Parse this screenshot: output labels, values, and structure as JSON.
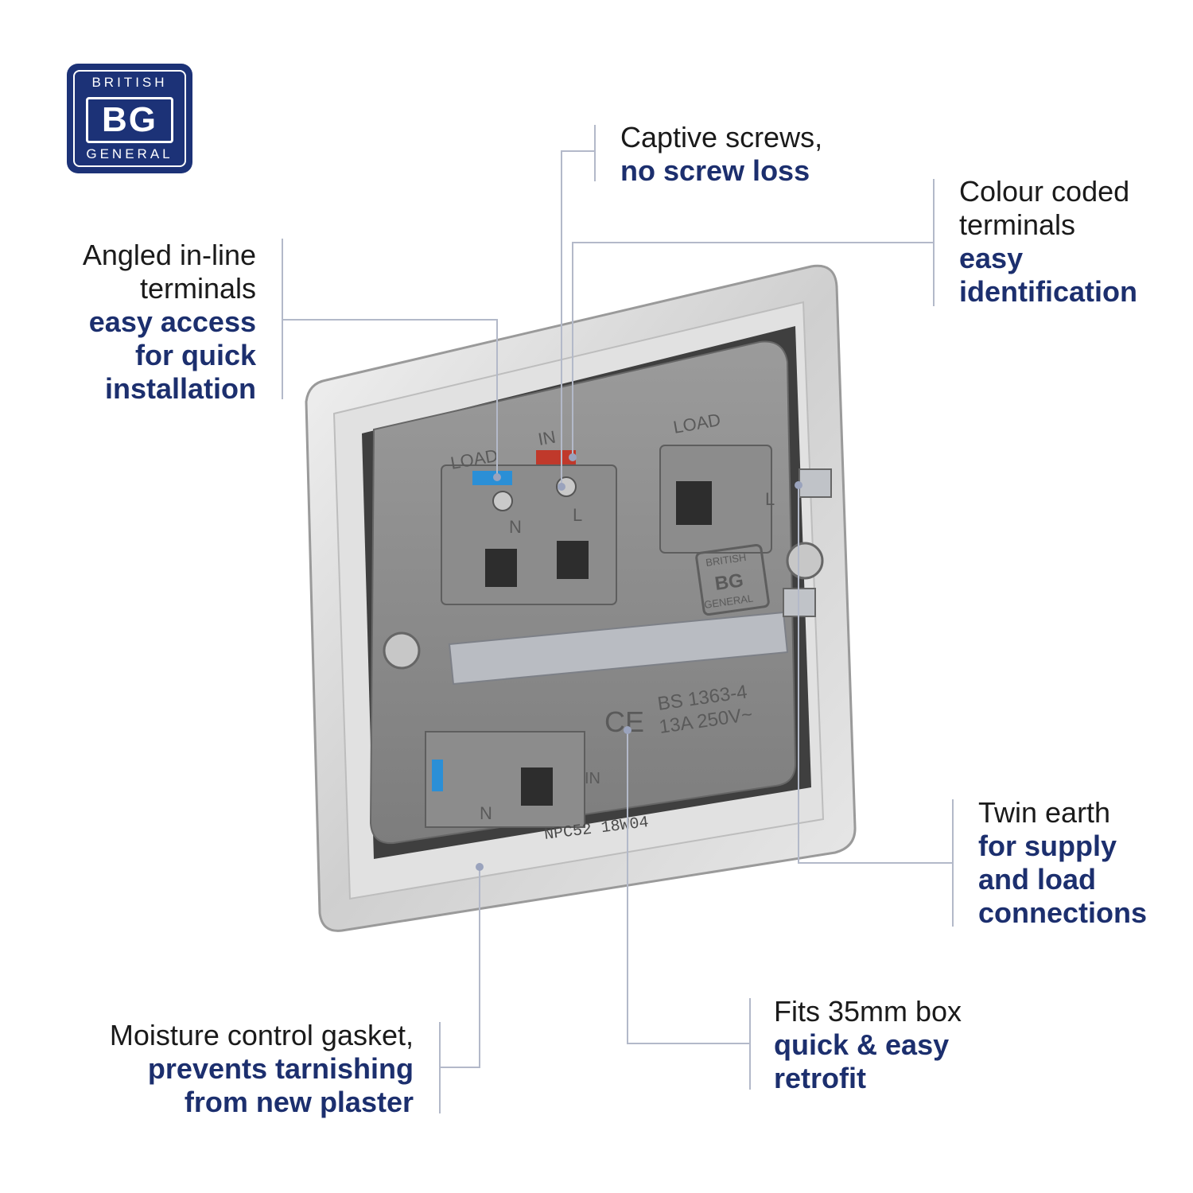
{
  "logo": {
    "top": "BRITISH",
    "mid": "BG",
    "bottom": "GENERAL"
  },
  "callouts": {
    "captive": {
      "lead": "Captive screws,",
      "accent": [
        "no screw loss"
      ]
    },
    "colour": {
      "lead": [
        "Colour coded",
        "terminals"
      ],
      "accent": [
        "easy",
        "identification"
      ]
    },
    "angled": {
      "lead": [
        "Angled in-line",
        "terminals"
      ],
      "accent": [
        "easy access",
        "for quick",
        "installation"
      ]
    },
    "twin": {
      "lead": [
        "Twin earth"
      ],
      "accent": [
        "for supply",
        "and load",
        "connections"
      ]
    },
    "fits": {
      "lead": [
        "Fits 35mm box"
      ],
      "accent": [
        "quick & easy",
        "retrofit"
      ]
    },
    "moisture": {
      "lead": [
        "Moisture control gasket,"
      ],
      "accent": [
        "prevents tarnishing",
        "from new plaster"
      ]
    }
  },
  "product": {
    "label_load_left": "LOAD",
    "label_in": "IN",
    "label_load_right": "LOAD",
    "label_n": "N",
    "label_l": "L",
    "label_l_right": "L",
    "label_n_bottom": "N",
    "label_in_bottom": "IN",
    "rating_line1": "BS 1363-4",
    "rating_line2": "13A 250V~",
    "mark_ce": "CE",
    "plate_code": "NPC52 18W04",
    "badge_top": "BRITISH",
    "badge_mid": "BG",
    "badge_bottom": "GENERAL"
  },
  "colors": {
    "accent": "#1c2f6e",
    "line": "#b3b9c9",
    "live": "#c0392b",
    "neutral": "#2b8fd6",
    "body": "#8a8a8a"
  }
}
